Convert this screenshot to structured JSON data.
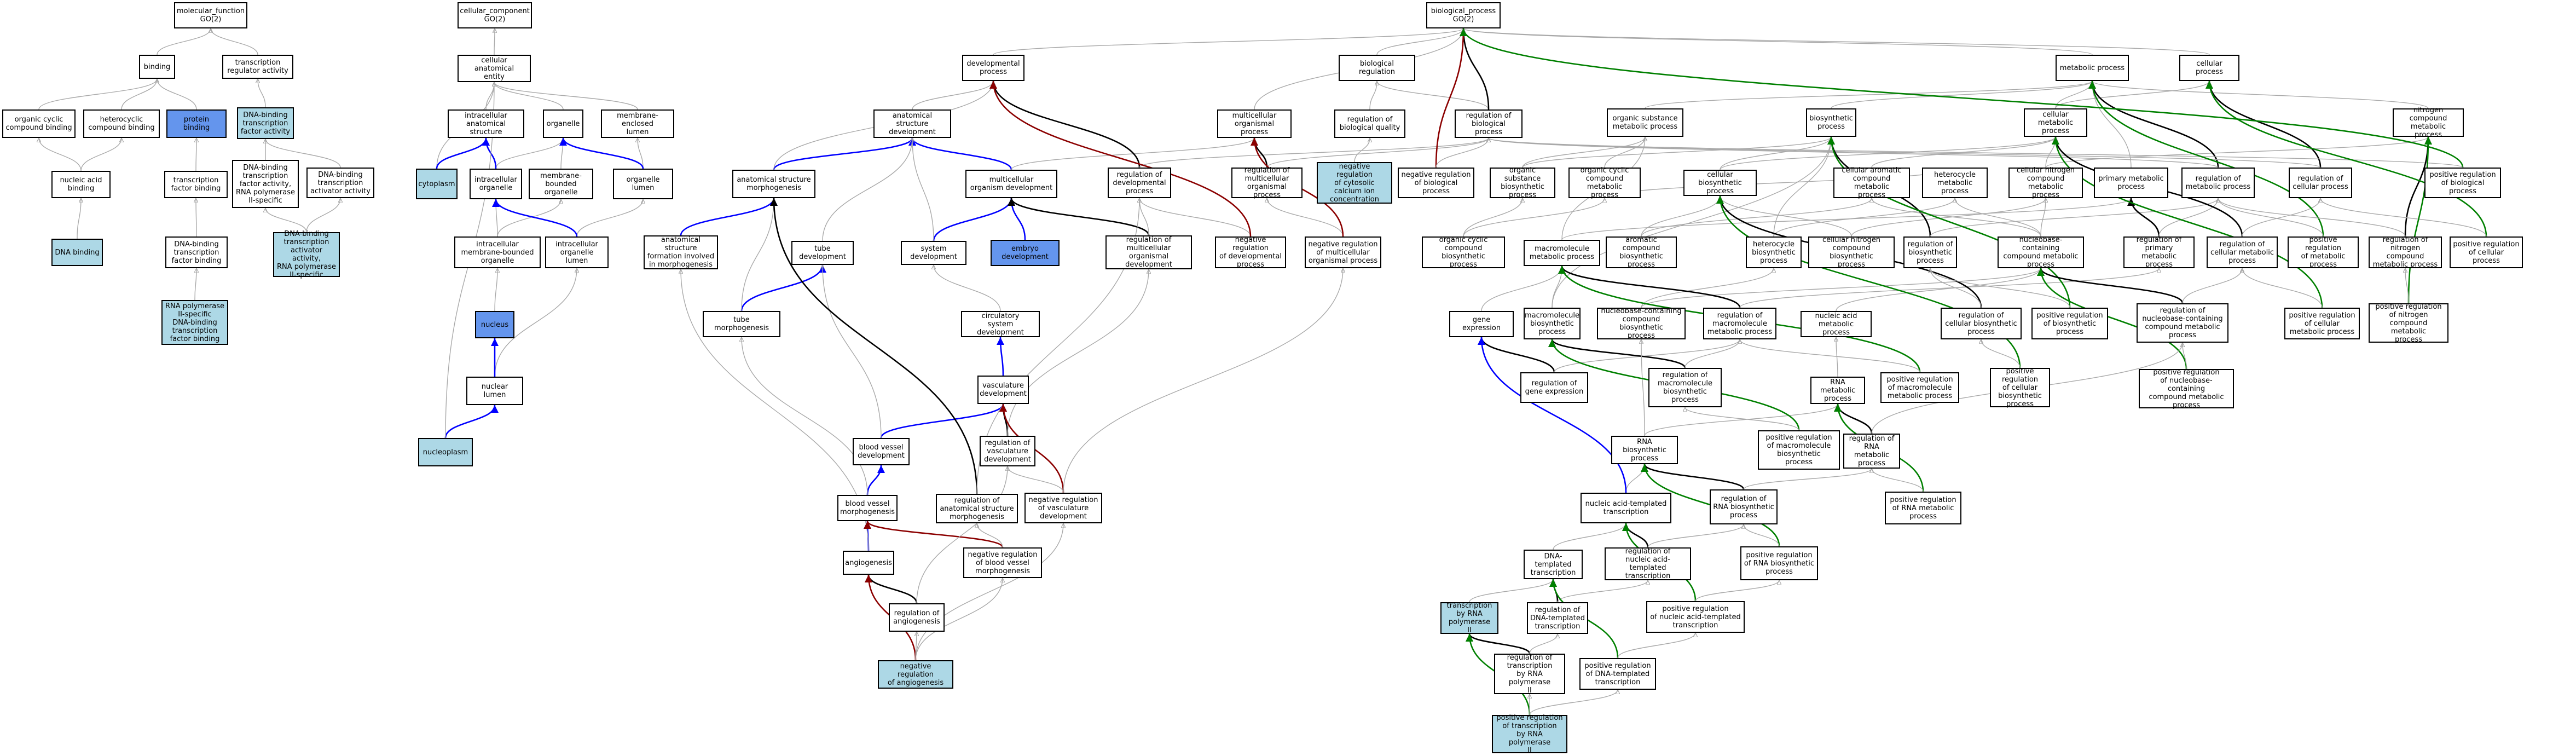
{
  "nodes": {
    "molecular_function": {
      "label": "molecular_function\nGO(2)"
    },
    "binding": {
      "label": "binding"
    },
    "transcription_regulator_activity": {
      "label": "transcription\nregulator activity"
    },
    "organic_cyclic_compound_binding": {
      "label": "organic cyclic\ncompound binding"
    },
    "heterocyclic_compound_binding": {
      "label": "heterocyclic\ncompound binding"
    },
    "protein_binding": {
      "label": "protein binding"
    },
    "dna_binding_tf_activity": {
      "label": "DNA-binding\ntranscription\nfactor activity"
    },
    "nucleic_acid_binding": {
      "label": "nucleic acid\nbinding"
    },
    "transcription_factor_binding": {
      "label": "transcription\nfactor binding"
    },
    "dna_binding_tf_rnap2": {
      "label": "DNA-binding\ntranscription\nfactor activity,\nRNA polymerase\nII-specific"
    },
    "dna_binding_tf_activator": {
      "label": "DNA-binding\ntranscription\nactivator activity"
    },
    "dna_binding": {
      "label": "DNA binding"
    },
    "dna_binding_tf_binding": {
      "label": "DNA-binding\ntranscription\nfactor binding"
    },
    "dna_binding_tf_activator_rnap2": {
      "label": "DNA-binding\ntranscription\nactivator activity,\nRNA polymerase\nII-specific"
    },
    "rnap2_tf_binding": {
      "label": "RNA polymerase\nII-specific\nDNA-binding\ntranscription\nfactor binding"
    },
    "cellular_component": {
      "label": "cellular_component\nGO(2)"
    },
    "cellular_anatomical_entity": {
      "label": "cellular anatomical\nentity"
    },
    "intracellular_anatomical_structure": {
      "label": "intracellular\nanatomical structure"
    },
    "organelle": {
      "label": "organelle"
    },
    "membrane_enclosed_lumen": {
      "label": "membrane-enclosed\nlumen"
    },
    "cytoplasm": {
      "label": "cytoplasm"
    },
    "intracellular_organelle": {
      "label": "intracellular\norganelle"
    },
    "membrane_bounded_organelle": {
      "label": "membrane-bounded\norganelle"
    },
    "organelle_lumen": {
      "label": "organelle lumen"
    },
    "intracellular_mb_organelle": {
      "label": "intracellular\nmembrane-bounded\norganelle"
    },
    "intracellular_organelle_lumen": {
      "label": "intracellular\norganelle lumen"
    },
    "nucleus": {
      "label": "nucleus"
    },
    "nuclear_lumen": {
      "label": "nuclear lumen"
    },
    "nucleoplasm": {
      "label": "nucleoplasm"
    },
    "biological_process": {
      "label": "biological_process\nGO(2)"
    },
    "developmental_process": {
      "label": "developmental\nprocess"
    },
    "biological_regulation": {
      "label": "biological regulation"
    },
    "anatomical_structure_development": {
      "label": "anatomical structure\ndevelopment"
    },
    "multicellular_organismal_process": {
      "label": "multicellular\norganismal process"
    },
    "regulation_of_biological_quality": {
      "label": "regulation of\nbiological quality"
    },
    "regulation_of_biological_process": {
      "label": "regulation of\nbiological process"
    },
    "anatomical_structure_morphogenesis": {
      "label": "anatomical structure\nmorphogenesis"
    },
    "multicellular_organism_development": {
      "label": "multicellular\norganism development"
    },
    "regulation_of_developmental_process": {
      "label": "regulation of\ndevelopmental\nprocess"
    },
    "regulation_of_multicellular_organismal_process": {
      "label": "regulation of\nmulticellular\norganismal process"
    },
    "neg_reg_cytosolic_calcium": {
      "label": "negative regulation\nof cytosolic\ncalcium ion\nconcentration"
    },
    "neg_reg_biological_process": {
      "label": "negative regulation\nof biological\nprocess"
    },
    "anatomical_structure_formation": {
      "label": "anatomical structure\nformation involved\nin morphogenesis"
    },
    "tube_development": {
      "label": "tube development"
    },
    "system_development": {
      "label": "system development"
    },
    "embryo_development": {
      "label": "embryo development"
    },
    "reg_multicellular_organismal_development": {
      "label": "regulation of\nmulticellular\norganismal development"
    },
    "neg_reg_developmental_process": {
      "label": "negative regulation\nof developmental\nprocess"
    },
    "neg_reg_multicellular_organismal_process": {
      "label": "negative regulation\nof multicellular\norganismal process"
    },
    "tube_morphogenesis": {
      "label": "tube morphogenesis"
    },
    "circulatory_system_development": {
      "label": "circulatory\nsystem development"
    },
    "vasculature_development": {
      "label": "vasculature\ndevelopment"
    },
    "blood_vessel_development": {
      "label": "blood vessel\ndevelopment"
    },
    "regulation_of_vasculature_development": {
      "label": "regulation of\nvasculature\ndevelopment"
    },
    "blood_vessel_morphogenesis": {
      "label": "blood vessel\nmorphogenesis"
    },
    "reg_anatomical_structure_morphogenesis": {
      "label": "regulation of\nanatomical structure\nmorphogenesis"
    },
    "neg_reg_vasculature_development": {
      "label": "negative regulation\nof vasculature\ndevelopment"
    },
    "angiogenesis": {
      "label": "angiogenesis"
    },
    "neg_reg_blood_vessel_morphogenesis": {
      "label": "negative regulation\nof blood vessel\nmorphogenesis"
    },
    "regulation_of_angiogenesis": {
      "label": "regulation of\nangiogenesis"
    },
    "neg_reg_angiogenesis": {
      "label": "negative regulation\nof angiogenesis"
    },
    "metabolic_process": {
      "label": "metabolic process"
    },
    "cellular_process": {
      "label": "cellular process"
    },
    "organic_substance_metabolic_process": {
      "label": "organic substance\nmetabolic process"
    },
    "biosynthetic_process": {
      "label": "biosynthetic\nprocess"
    },
    "cellular_metabolic_process": {
      "label": "cellular metabolic\nprocess"
    },
    "nitrogen_compound_metabolic_process": {
      "label": "nitrogen compound\nmetabolic process"
    },
    "organic_substance_biosynthetic_process": {
      "label": "organic substance\nbiosynthetic\nprocess"
    },
    "organic_cyclic_compound_metabolic_process": {
      "label": "organic cyclic\ncompound metabolic\nprocess"
    },
    "cellular_biosynthetic_process": {
      "label": "cellular biosynthetic\nprocess"
    },
    "cellular_aromatic_compound_metabolic_process": {
      "label": "cellular aromatic\ncompound metabolic\nprocess"
    },
    "heterocycle_metabolic_process": {
      "label": "heterocycle\nmetabolic process"
    },
    "cellular_nitrogen_compound_metabolic_process": {
      "label": "cellular nitrogen\ncompound metabolic\nprocess"
    },
    "primary_metabolic_process": {
      "label": "primary metabolic\nprocess"
    },
    "regulation_of_metabolic_process": {
      "label": "regulation of\nmetabolic process"
    },
    "regulation_of_cellular_process": {
      "label": "regulation of\ncellular process"
    },
    "pos_reg_biological_process": {
      "label": "positive regulation\nof biological\nprocess"
    },
    "organic_cyclic_compound_biosynthetic_process": {
      "label": "organic cyclic\ncompound biosynthetic\nprocess"
    },
    "macromolecule_metabolic_process": {
      "label": "macromolecule\nmetabolic process"
    },
    "aromatic_compound_biosynthetic_process": {
      "label": "aromatic compound\nbiosynthetic\nprocess"
    },
    "heterocycle_biosynthetic_process": {
      "label": "heterocycle\nbiosynthetic\nprocess"
    },
    "cellular_nitrogen_compound_biosynthetic_process": {
      "label": "cellular nitrogen\ncompound biosynthetic\nprocess"
    },
    "regulation_of_biosynthetic_process": {
      "label": "regulation of\nbiosynthetic\nprocess"
    },
    "nucleobase_containing_compound_metabolic_process": {
      "label": "nucleobase-containing\ncompound metabolic\nprocess"
    },
    "regulation_of_primary_metabolic_process": {
      "label": "regulation of\nprimary metabolic\nprocess"
    },
    "regulation_of_cellular_metabolic_process": {
      "label": "regulation of\ncellular metabolic\nprocess"
    },
    "pos_reg_metabolic_process": {
      "label": "positive regulation\nof metabolic\nprocess"
    },
    "regulation_of_nitrogen_compound_metabolic_process": {
      "label": "regulation of\nnitrogen compound\nmetabolic process"
    },
    "pos_reg_cellular_process": {
      "label": "positive regulation\nof cellular\nprocess"
    },
    "gene_expression": {
      "label": "gene expression"
    },
    "macromolecule_biosynthetic_process": {
      "label": "macromolecule\nbiosynthetic\nprocess"
    },
    "nucleobase_containing_compound_biosynthetic_process": {
      "label": "nucleobase-containing\ncompound biosynthetic\nprocess"
    },
    "reg_macromolecule_metabolic_process": {
      "label": "regulation of\nmacromolecule\nmetabolic process"
    },
    "nucleic_acid_metabolic_process": {
      "label": "nucleic acid\nmetabolic process"
    },
    "reg_cellular_biosynthetic_process": {
      "label": "regulation of\ncellular biosynthetic\nprocess"
    },
    "pos_reg_biosynthetic_process": {
      "label": "positive regulation\nof biosynthetic\nprocess"
    },
    "reg_nucleobase_compound_metabolic_process": {
      "label": "regulation of\nnucleobase-containing\ncompound metabolic\nprocess"
    },
    "pos_reg_cellular_metabolic_process": {
      "label": "positive regulation\nof cellular\nmetabolic process"
    },
    "pos_reg_nitrogen_compound_metabolic_process": {
      "label": "positive regulation\nof nitrogen\ncompound metabolic\nprocess"
    },
    "regulation_of_gene_expression": {
      "label": "regulation of\ngene expression"
    },
    "reg_macromolecule_biosynthetic_process": {
      "label": "regulation of\nmacromolecule\nbiosynthetic\nprocess"
    },
    "pos_reg_macromolecule_metabolic_process": {
      "label": "positive regulation\nof macromolecule\nmetabolic process"
    },
    "rna_metabolic_process": {
      "label": "RNA metabolic\nprocess"
    },
    "pos_reg_cellular_biosynthetic_process": {
      "label": "positive regulation\nof cellular\nbiosynthetic\nprocess"
    },
    "pos_reg_nucleobase_compound_metabolic_process": {
      "label": "positive regulation\nof nucleobase-containing\ncompound metabolic\nprocess"
    },
    "rna_biosynthetic_process": {
      "label": "RNA biosynthetic\nprocess"
    },
    "pos_reg_macromolecule_biosynthetic_process": {
      "label": "positive regulation\nof macromolecule\nbiosynthetic\nprocess"
    },
    "regulation_of_rna_metabolic_process": {
      "label": "regulation of\nRNA metabolic\nprocess"
    },
    "nucleic_acid_templated_transcription": {
      "label": "nucleic acid-templated\ntranscription"
    },
    "regulation_of_rna_biosynthetic_process": {
      "label": "regulation of\nRNA biosynthetic\nprocess"
    },
    "pos_reg_rna_metabolic_process": {
      "label": "positive regulation\nof RNA metabolic\nprocess"
    },
    "pos_reg_rna_biosynthetic_process": {
      "label": "positive regulation\nof RNA biosynthetic\nprocess"
    },
    "dna_templated_transcription": {
      "label": "DNA-templated\ntranscription"
    },
    "reg_nucleic_acid_templated_transcription": {
      "label": "regulation of\nnucleic acid-templated\ntranscription"
    },
    "transcription_by_rnap2": {
      "label": "transcription\nby RNA polymerase\nII"
    },
    "reg_dna_templated_transcription": {
      "label": "regulation of\nDNA-templated\ntranscription"
    },
    "pos_reg_nucleic_acid_templated_transcription": {
      "label": "positive regulation\nof nucleic acid-templated\ntranscription"
    },
    "reg_transcription_by_rnap2": {
      "label": "regulation of\ntranscription\nby RNA polymerase\nII"
    },
    "pos_reg_dna_templated_transcription": {
      "label": "positive regulation\nof DNA-templated\ntranscription"
    },
    "pos_reg_transcription_by_rnap2": {
      "label": "positive regulation\nof transcription\nby RNA polymerase\nII"
    }
  },
  "edge_colors": {
    "is_a": "#a9a9a9",
    "part_of": "#0000ff",
    "regulates": "#000000",
    "positively_regulates": "#008000",
    "negatively_regulates": "#8b0000"
  },
  "fill_colors": {
    "white": "#ffffff",
    "light": "#add8e6",
    "blue": "#6495ed"
  }
}
